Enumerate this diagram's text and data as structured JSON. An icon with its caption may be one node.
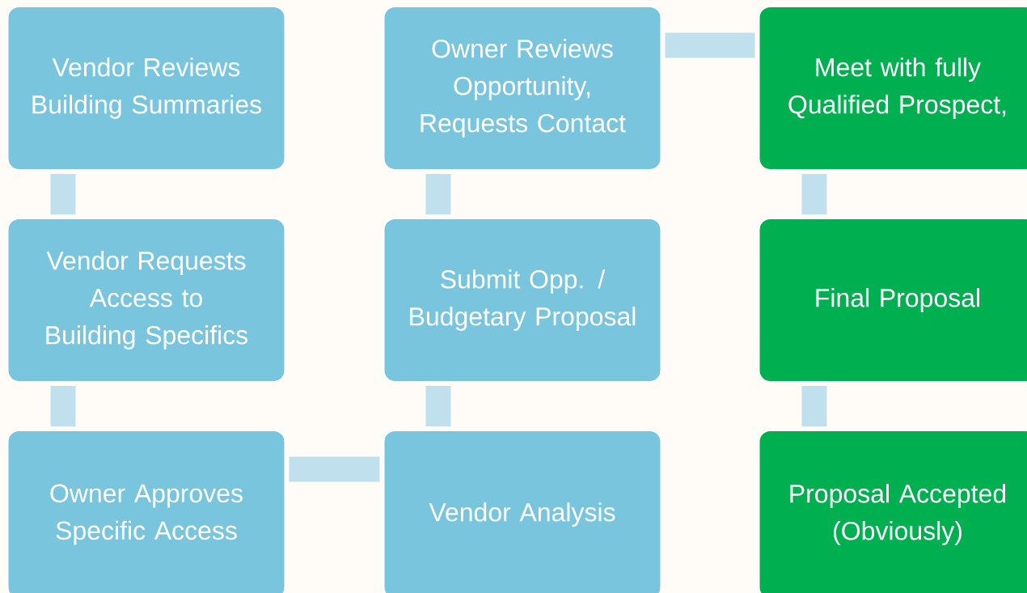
{
  "diagram": {
    "nodes": [
      {
        "text": [
          "Vendor Reviews Building Summaries"
        ]
      },
      {
        "text": [
          "Vendor Requests Access to Building Specifics"
        ]
      },
      {
        "text": [
          "Owner Approves Specific Access"
        ]
      },
      {
        "text": [
          "Vendor Analysis"
        ]
      },
      {
        "text": [
          "Submit Opp. / Budgetary Proposal"
        ]
      },
      {
        "text": [
          "Owner Reviews Opportunity, Requests Contact"
        ]
      },
      {
        "text": [
          "Meet with fully Qualified Prospect,"
        ]
      },
      {
        "text": [
          "Final Proposal"
        ]
      },
      {
        "text": [
          "Proposal Accepted (Obviously)"
        ]
      }
    ],
    "edges": [
      {
        "from": 0,
        "to": 1,
        "arrow": "none"
      },
      {
        "from": 1,
        "to": 2,
        "arrow": "none"
      },
      {
        "from": 2,
        "to": 3,
        "arrow": "none"
      },
      {
        "from": 3,
        "to": 4,
        "arrow": "none"
      },
      {
        "from": 4,
        "to": 5,
        "arrow": "none"
      },
      {
        "from": 5,
        "to": 6,
        "arrow": "none"
      },
      {
        "from": 6,
        "to": 7,
        "arrow": "none"
      },
      {
        "from": 7,
        "to": 8,
        "arrow": "none"
      }
    ]
  }
}
